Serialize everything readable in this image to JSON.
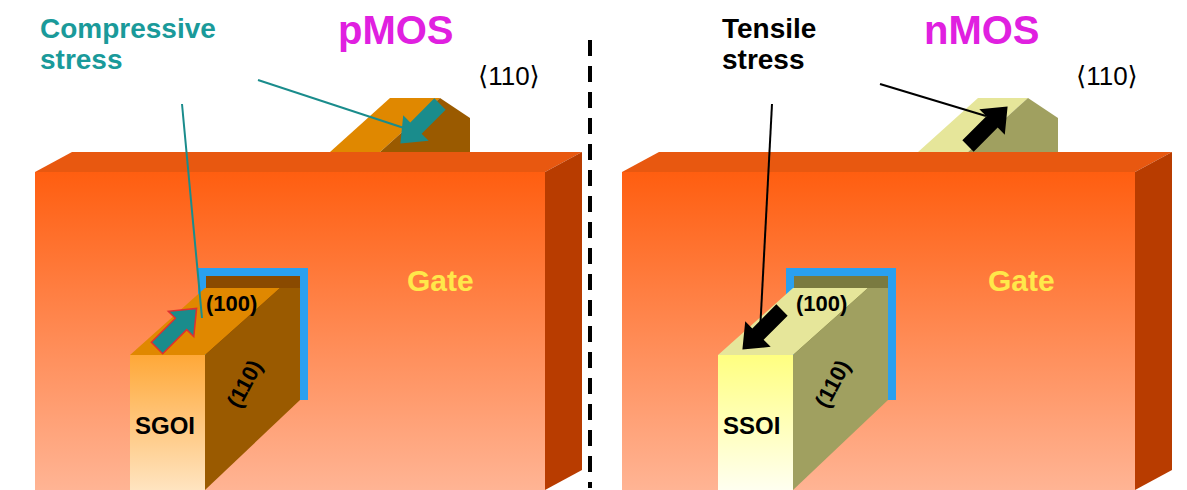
{
  "diagram": {
    "nodes": [
      {
        "text": [
          "Gate"
        ]
      },
      {
        "text": [
          "SGOI"
        ]
      },
      {
        "text": [
          "Gate"
        ]
      },
      {
        "text": [
          "SSOI"
        ]
      }
    ],
    "labels": [
      "pMOS",
      "Compressive stress",
      "⟨110⟩",
      "(100)",
      "(110)",
      "nMOS",
      "Tensile stress",
      "⟨110⟩",
      "(100)",
      "(110)"
    ]
  }
}
